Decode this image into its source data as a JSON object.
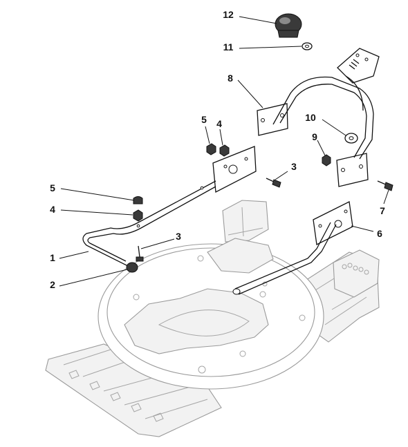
{
  "callouts": [
    {
      "id": "c12",
      "number": "12",
      "part": "knob"
    },
    {
      "id": "c11",
      "number": "11",
      "part": "washer"
    },
    {
      "id": "c8",
      "number": "8",
      "part": "upper-handle"
    },
    {
      "id": "c10",
      "number": "10",
      "part": "washer"
    },
    {
      "id": "c5a",
      "number": "5",
      "part": "cap-nut"
    },
    {
      "id": "c4a",
      "number": "4",
      "part": "nut"
    },
    {
      "id": "c9",
      "number": "9",
      "part": "nut"
    },
    {
      "id": "c3a",
      "number": "3",
      "part": "bolt"
    },
    {
      "id": "c5b",
      "number": "5",
      "part": "cap-nut"
    },
    {
      "id": "c4b",
      "number": "4",
      "part": "nut"
    },
    {
      "id": "c7",
      "number": "7",
      "part": "bolt"
    },
    {
      "id": "c3b",
      "number": "3",
      "part": "bolt"
    },
    {
      "id": "c6",
      "number": "6",
      "part": "right-lower-handle"
    },
    {
      "id": "c1",
      "number": "1",
      "part": "left-lower-handle"
    },
    {
      "id": "c2",
      "number": "2",
      "part": "end-cap"
    }
  ],
  "colors": {
    "ink": "#111111",
    "deck_outline": "#9a9a9a",
    "background": "#ffffff"
  }
}
